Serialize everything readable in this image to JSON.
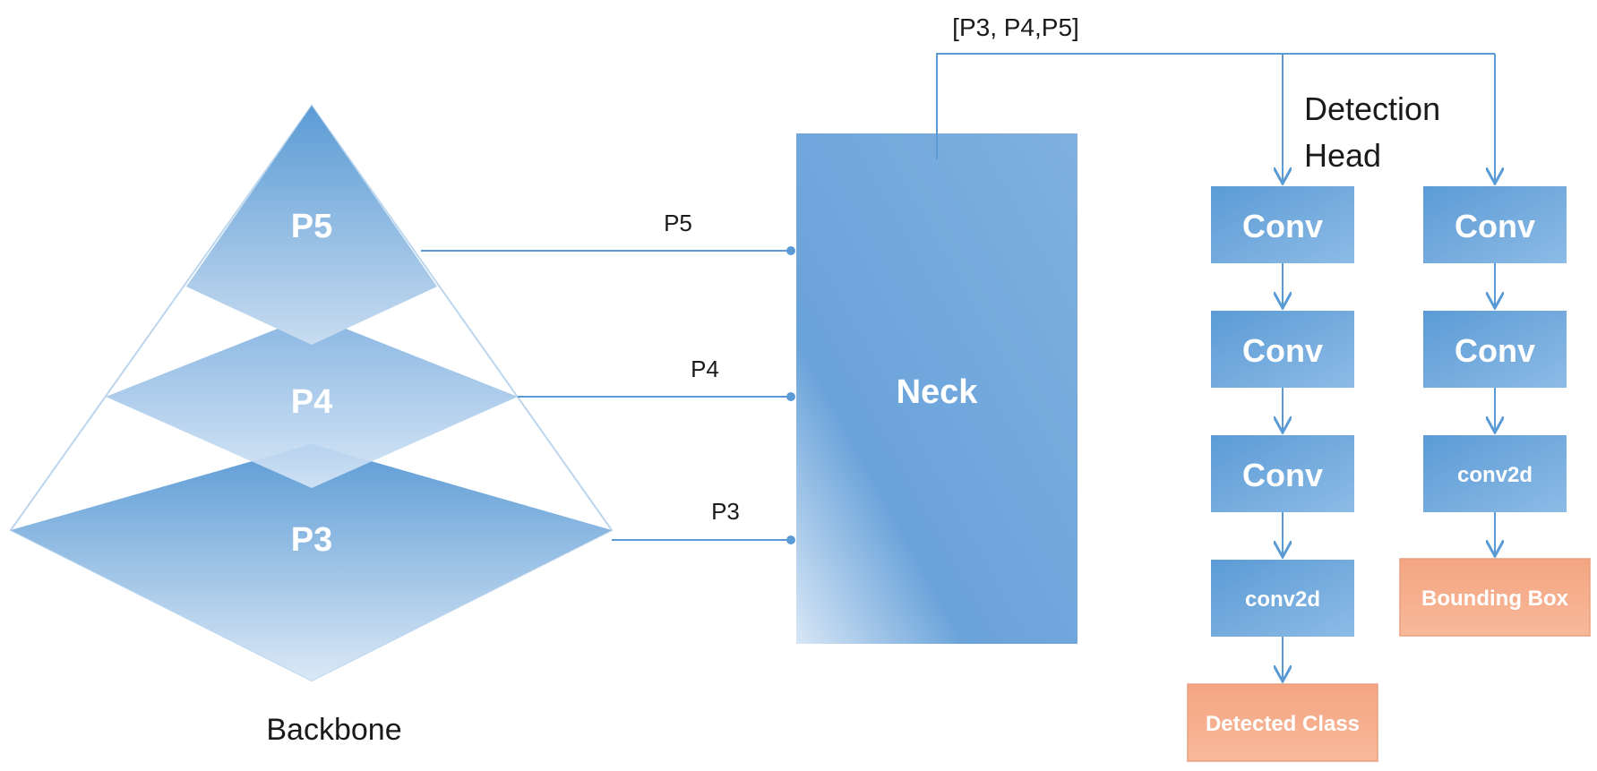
{
  "backbone": {
    "title": "Backbone",
    "levels": [
      "P5",
      "P4",
      "P3"
    ]
  },
  "connections": {
    "p5_label": "P5",
    "p4_label": "P4",
    "p3_label": "P3",
    "top_label": "[P3, P4,P5]"
  },
  "neck": {
    "label": "Neck"
  },
  "head": {
    "title_line1": "Detection",
    "title_line2": "Head",
    "class_branch": {
      "blocks": [
        "Conv",
        "Conv",
        "Conv",
        "conv2d"
      ],
      "output": "Detected Class"
    },
    "box_branch": {
      "blocks": [
        "Conv",
        "Conv",
        "conv2d"
      ],
      "output": "Bounding Box"
    }
  },
  "colors": {
    "block_blue": "#5b9bd5",
    "block_blue_light": "#9dc3e6",
    "output_orange": "#f4a582",
    "line_blue": "#5b9bd5"
  }
}
